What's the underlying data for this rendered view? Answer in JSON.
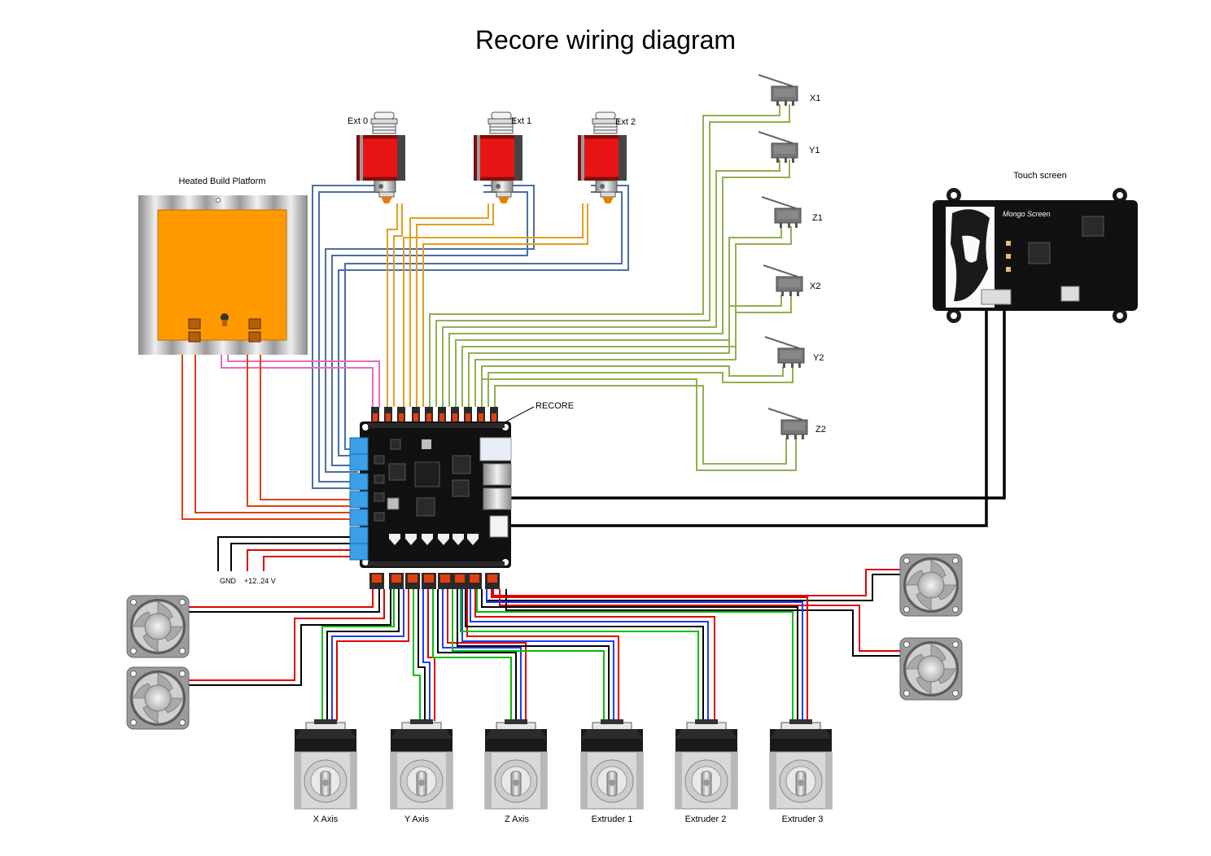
{
  "title": "Recore wiring diagram",
  "labels": {
    "heated_bed": "Heated Build Platform",
    "ext0": "Ext 0",
    "ext1": "Ext 1",
    "ext2": "Ext 2",
    "recore": "RECORE",
    "touch_screen": "Touch screen",
    "screen_brand": "Mongo Screen",
    "gnd": "GND",
    "power": "+12..24 V",
    "endstops": [
      "X1",
      "Y1",
      "Z1",
      "X2",
      "Y2",
      "Z2"
    ],
    "motors": [
      "X Axis",
      "Y Axis",
      "Z Axis",
      "Extruder 1",
      "Extruder 2",
      "Extruder 3"
    ]
  },
  "colors": {
    "thermistor_wire": "#4a6fa5",
    "hotend_wire": "#e0a020",
    "endstop_wire": "#8fb050",
    "bed_wire": "#e04010",
    "bed_thermistor_wire": "#e868c8",
    "heater_block": "#e01010",
    "bed": "#ff9900",
    "board": "#111111",
    "connector_blue": "#3aa0e8",
    "screen": "#111111"
  }
}
